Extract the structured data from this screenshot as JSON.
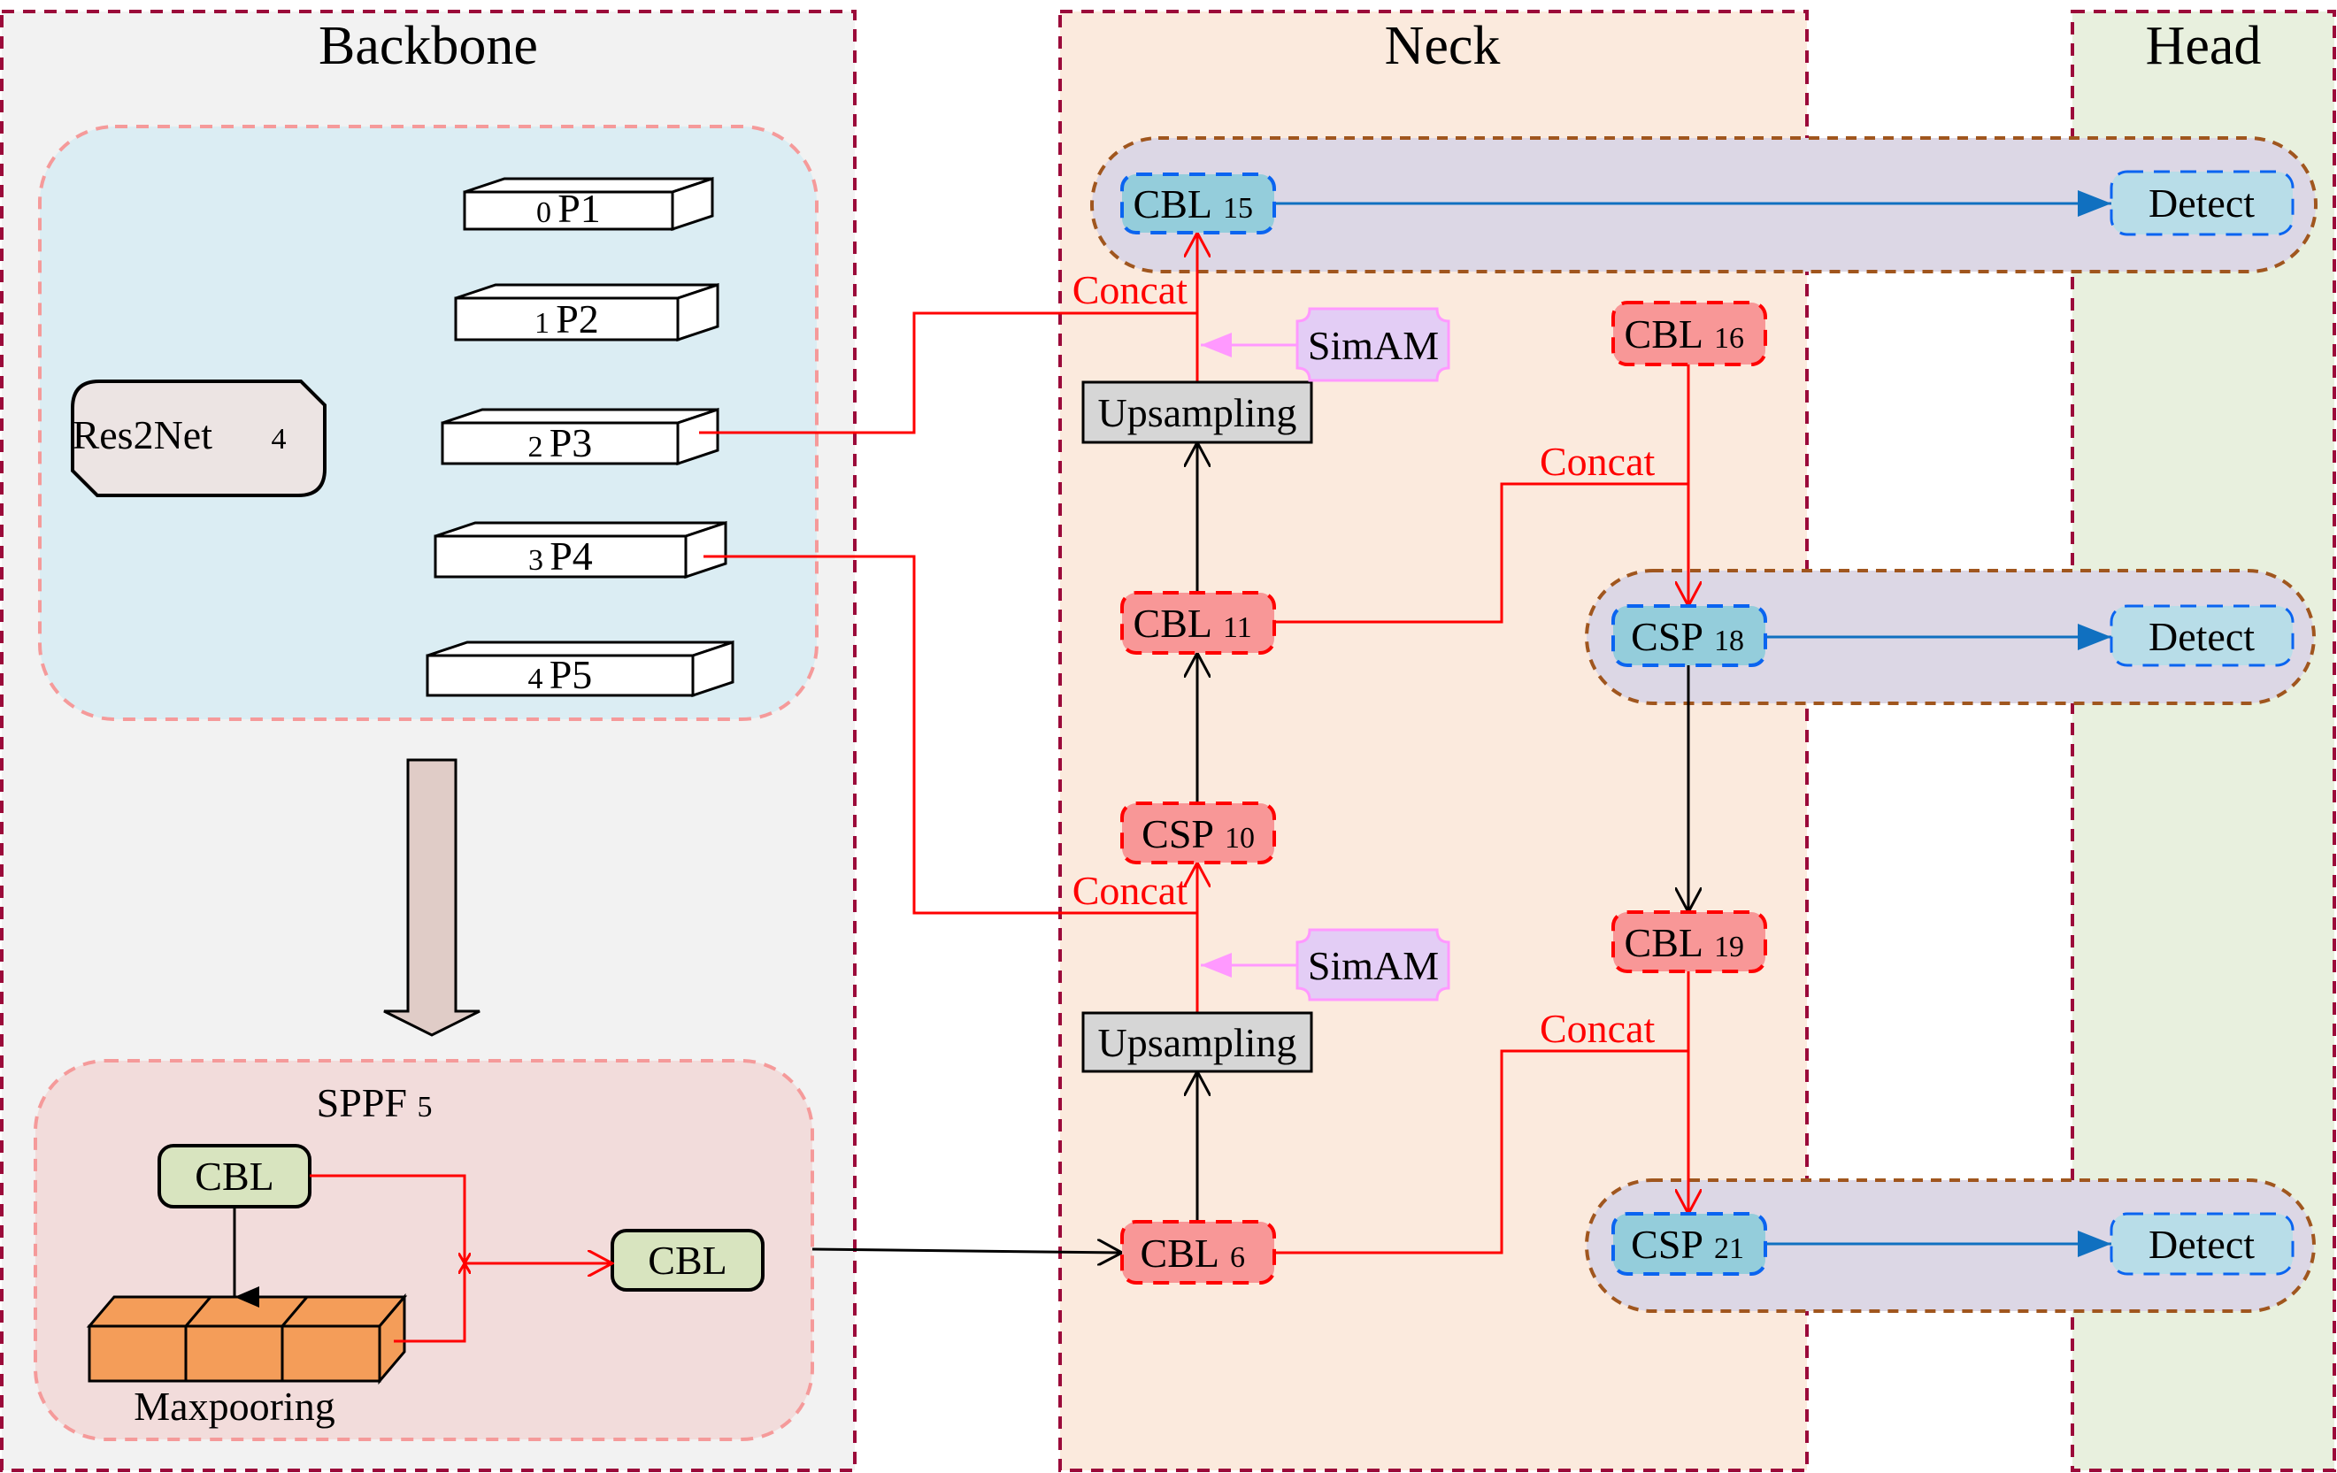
{
  "sections": {
    "backbone": "Backbone",
    "neck": "Neck",
    "head": "Head"
  },
  "backbone": {
    "res2net": {
      "label": "Res2Net",
      "index": "4"
    },
    "pyramid": [
      {
        "index": "0",
        "label": "P1"
      },
      {
        "index": "1",
        "label": "P2"
      },
      {
        "index": "2",
        "label": "P3"
      },
      {
        "index": "3",
        "label": "P4"
      },
      {
        "index": "4",
        "label": "P5"
      }
    ],
    "sppf": {
      "label": "SPPF",
      "index": "5",
      "cbl_in": "CBL",
      "cbl_out": "CBL",
      "maxpool": "Maxpooring"
    }
  },
  "neck": {
    "nodes": {
      "cbl15": {
        "label": "CBL",
        "index": "15"
      },
      "upsampling_top": {
        "label": "Upsampling"
      },
      "simam_top": {
        "label": "SimAM"
      },
      "cbl11": {
        "label": "CBL",
        "index": "11"
      },
      "csp10": {
        "label": "CSP",
        "index": "10"
      },
      "simam_bottom": {
        "label": "SimAM"
      },
      "upsampling_bottom": {
        "label": "Upsampling"
      },
      "cbl6": {
        "label": "CBL",
        "index": "6"
      },
      "cbl16": {
        "label": "CBL",
        "index": "16"
      },
      "csp18": {
        "label": "CSP",
        "index": "18"
      },
      "cbl19": {
        "label": "CBL",
        "index": "19"
      },
      "csp21": {
        "label": "CSP",
        "index": "21"
      }
    },
    "concat_labels": [
      "Concat",
      "Concat",
      "Concat",
      "Concat"
    ]
  },
  "head": {
    "detect": [
      "Detect",
      "Detect",
      "Detect"
    ]
  },
  "colors": {
    "section_border": "#9b0a3a",
    "backbone_bg": "#f2f2f2",
    "neck_bg": "#fbeadd",
    "head_bg": "#e8f0de",
    "concat": "#ff0000",
    "red_node": "#f89797",
    "blue_node": "#94cddb",
    "detect_node": "#b8dde8",
    "simam": "#e3cdf5"
  }
}
